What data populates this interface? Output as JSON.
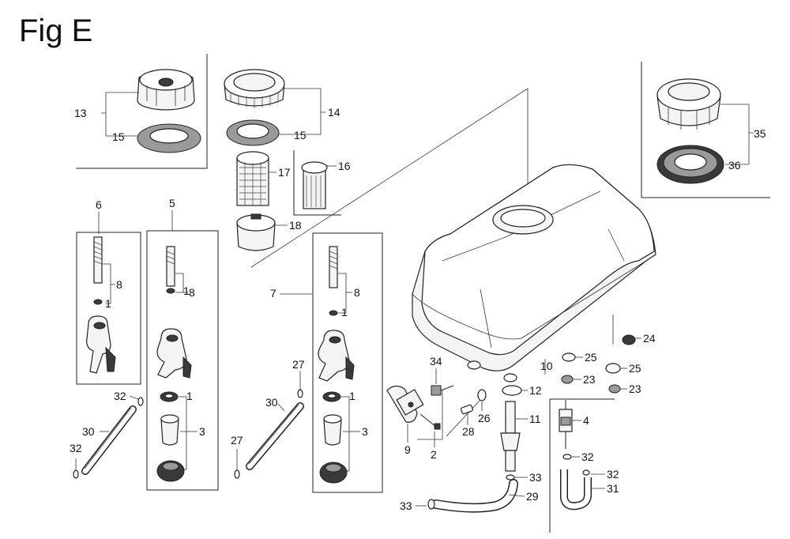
{
  "figure": {
    "title": "Fig E"
  },
  "callouts": {
    "c1a": "1",
    "c1b": "1",
    "c1c": "1",
    "c1d": "1",
    "c1e": "1",
    "c2": "2",
    "c3a": "3",
    "c3b": "3",
    "c4": "4",
    "c5": "5",
    "c6": "6",
    "c7": "7",
    "c8a": "8",
    "c8b": "8",
    "c8c": "8",
    "c9": "9",
    "c10": "10",
    "c11": "11",
    "c12": "12",
    "c13": "13",
    "c14": "14",
    "c15a": "15",
    "c15b": "15",
    "c16": "16",
    "c17": "17",
    "c18": "18",
    "c23a": "23",
    "c23b": "23",
    "c24": "24",
    "c25a": "25",
    "c25b": "25",
    "c26": "26",
    "c27a": "27",
    "c27b": "27",
    "c28": "28",
    "c29": "29",
    "c30a": "30",
    "c30b": "30",
    "c31": "31",
    "c32a": "32",
    "c32b": "32",
    "c32c": "32",
    "c32d": "32",
    "c33a": "33",
    "c33b": "33",
    "c34": "34",
    "c35": "35",
    "c36": "36"
  }
}
